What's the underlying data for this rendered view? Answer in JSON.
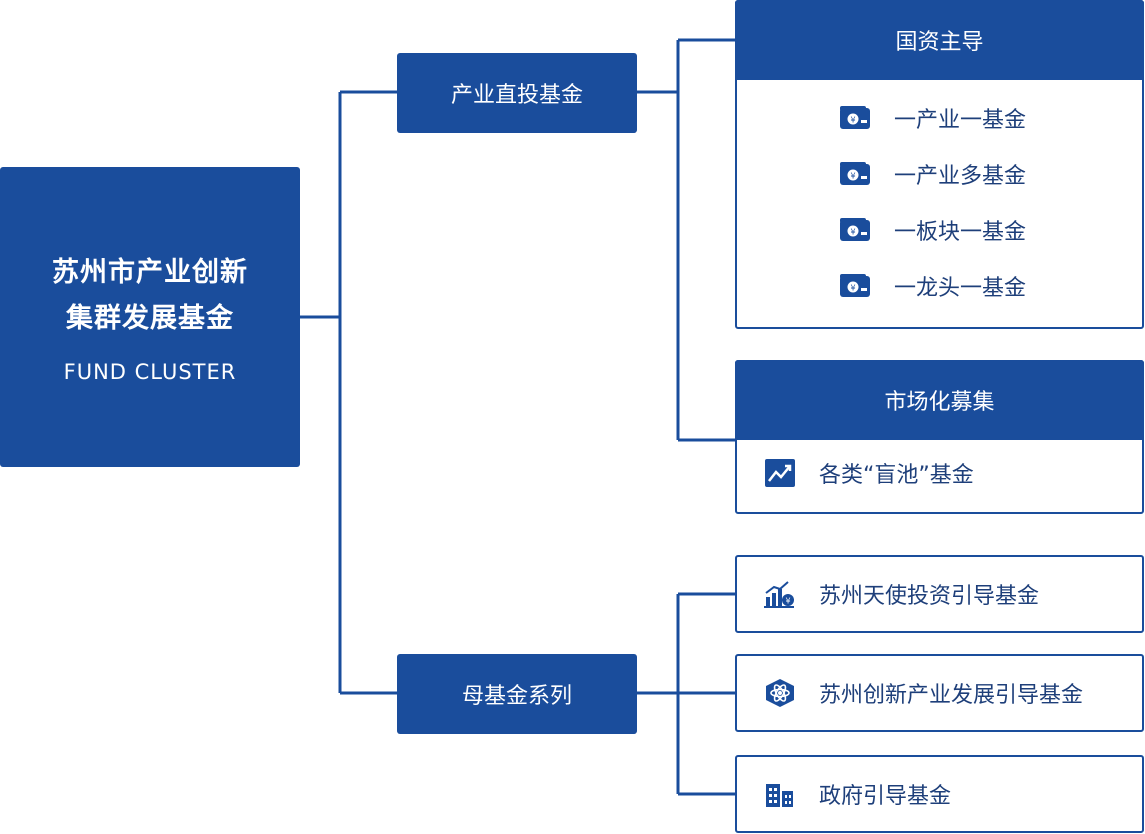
{
  "root": {
    "line1": "苏州市产业创新",
    "line2": "集群发展基金",
    "subtitle": "FUND CLUSTER"
  },
  "branches": {
    "direct": {
      "label": "产业直投基金"
    },
    "fof": {
      "label": "母基金系列"
    }
  },
  "state_led": {
    "title": "国资主导",
    "items": [
      "一产业一基金",
      "一产业多基金",
      "一板块一基金",
      "一龙头一基金"
    ]
  },
  "market": {
    "title": "市场化募集",
    "item": "各类“盲池”基金"
  },
  "fof_items": [
    {
      "label": "苏州天使投资引导基金",
      "icon": "growth-chart-icon"
    },
    {
      "label": "苏州创新产业发展引导基金",
      "icon": "atom-icon"
    },
    {
      "label": "政府引导基金",
      "icon": "buildings-icon"
    }
  ],
  "colors": {
    "primary": "#1a4d9c",
    "text": "#1e3f7a"
  }
}
